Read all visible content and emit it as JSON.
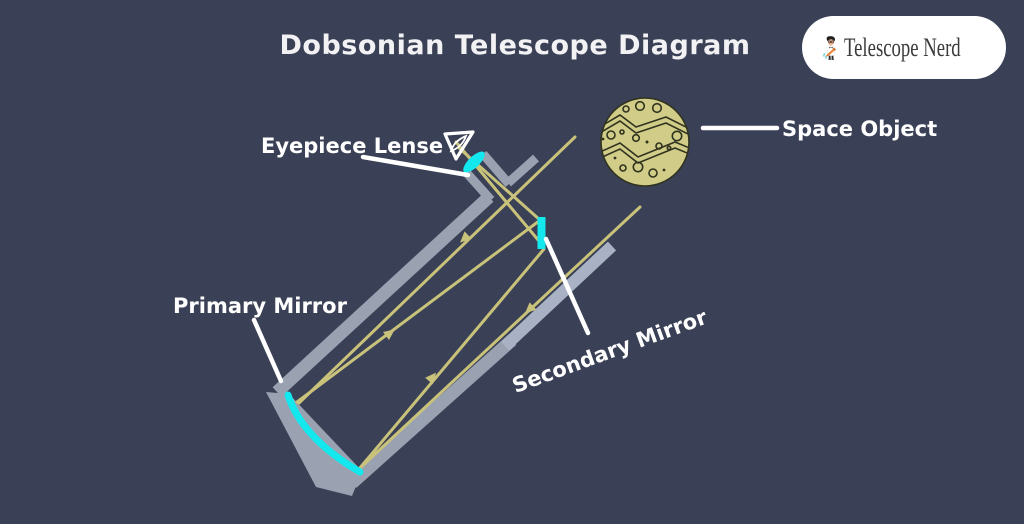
{
  "title": "Dobsonian Telescope Diagram",
  "logo": {
    "text": "Telescope Nerd",
    "icon": "nerd-character-icon"
  },
  "diagram": {
    "labels": {
      "eyepiece": "Eyepiece Lense",
      "primary_mirror": "Primary Mirror",
      "secondary_mirror": "Secondary Mirror",
      "space_object": "Space Object"
    },
    "icons": {
      "observer": "eye-icon",
      "target": "space-object-planet"
    }
  },
  "colors": {
    "background": "#3a4056",
    "tube_gray": "#9aa1b1",
    "tube_gray_light": "#a9b2c5",
    "mirror_cyan": "#14e8ef",
    "ray_khaki": "#c9c27a",
    "label_white": "#ffffff",
    "title_color": "#f2f2f4",
    "planet_fill": "#d1cc87",
    "planet_line": "#30331f",
    "logo_bg": "#ffffff",
    "logo_text": "#3b3b3b"
  }
}
